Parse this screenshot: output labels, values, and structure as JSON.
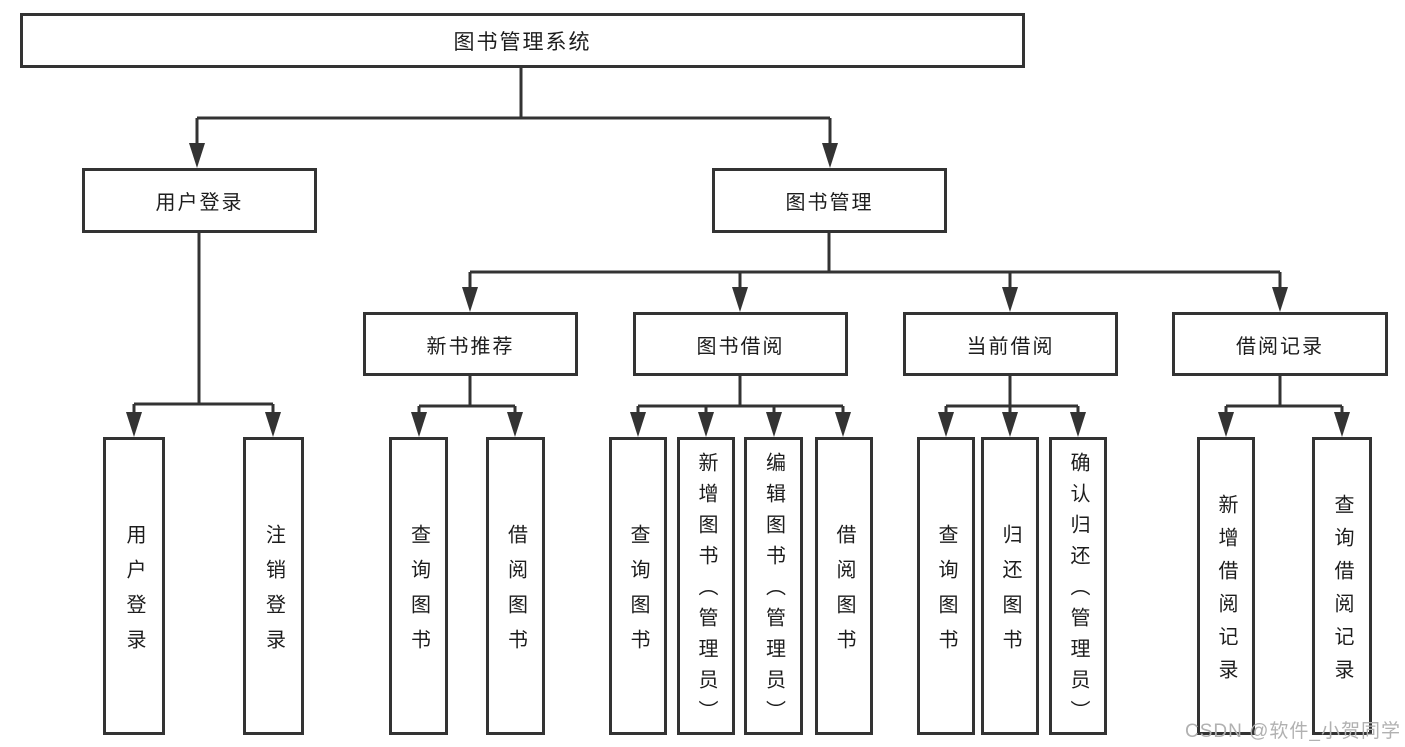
{
  "diagram": {
    "watermark": "CSDN @软件_小贺同学",
    "colors": {
      "line": "#333333",
      "box_border": "#333333",
      "box_fill": "#ffffff",
      "text": "#1d1d1d",
      "watermark": "#b1b1b1"
    },
    "tree": {
      "root": "图书管理系统",
      "login": {
        "label": "用户登录",
        "children": [
          "用户登录",
          "注销登录"
        ]
      },
      "mgmt": {
        "label": "图书管理",
        "sections": [
          {
            "label": "新书推荐",
            "children": [
              "查询图书",
              "借阅图书"
            ]
          },
          {
            "label": "图书借阅",
            "children": [
              "查询图书",
              "新增图书（管理员）",
              "编辑图书（管理员）",
              "借阅图书"
            ]
          },
          {
            "label": "当前借阅",
            "children": [
              "查询图书",
              "归还图书",
              "确认归还（管理员）"
            ]
          },
          {
            "label": "借阅记录",
            "children": [
              "新增借阅记录",
              "查询借阅记录"
            ]
          }
        ]
      }
    }
  }
}
